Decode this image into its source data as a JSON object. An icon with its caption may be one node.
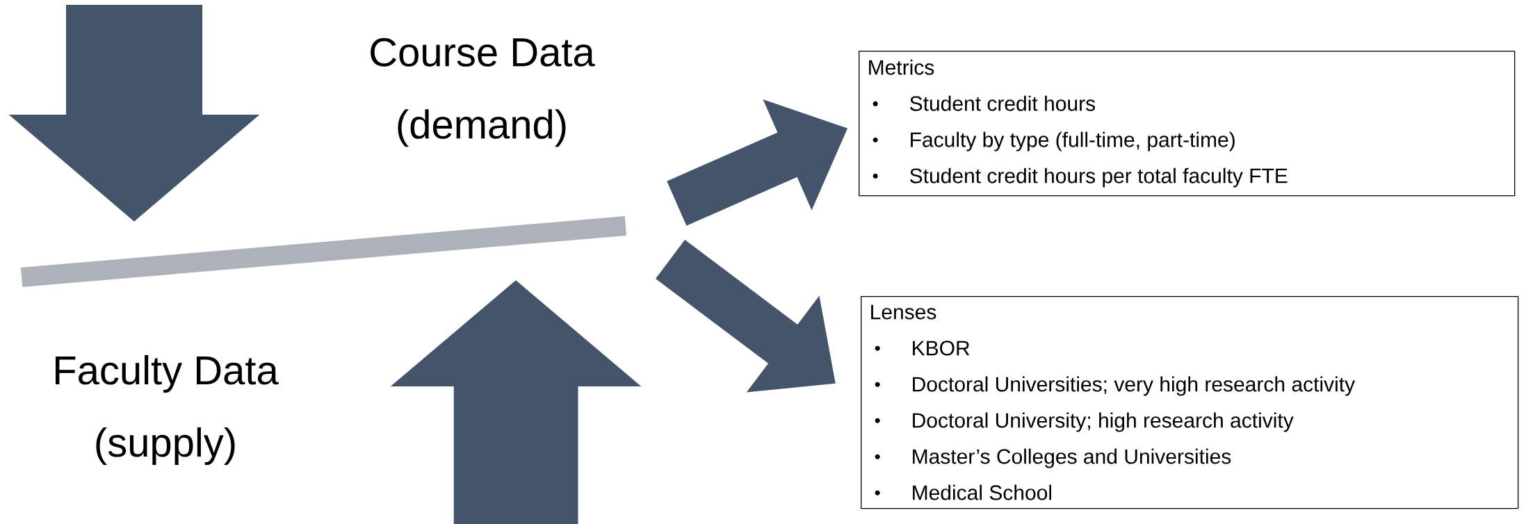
{
  "diagram": {
    "nodes": [
      {
        "text": [
          "Course Data",
          "(demand)"
        ]
      },
      {
        "text": [
          "Faculty Data",
          "(supply)"
        ]
      },
      {
        "text": [],
        "shape": "bar"
      },
      {
        "text": [
          "Metrics",
          "Student credit hours",
          "Faculty by type (full-time, part-time)",
          "Student credit hours per total faculty FTE"
        ]
      },
      {
        "text": [
          "Lenses",
          "KBOR",
          "Doctoral Universities; very high research activity",
          "Doctoral University; high research activity",
          "Master’s Colleges and Universities",
          "Medical School"
        ]
      }
    ],
    "edges": [
      {
        "from": 2,
        "to": 3,
        "arrow": "to"
      },
      {
        "from": 2,
        "to": 4,
        "arrow": "to"
      }
    ]
  }
}
